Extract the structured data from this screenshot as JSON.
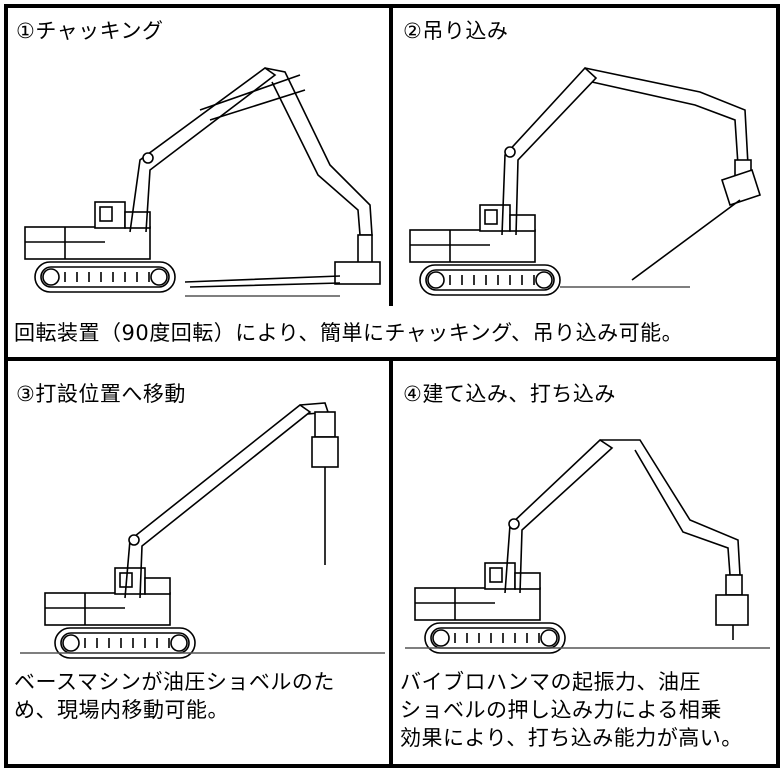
{
  "panels": [
    {
      "title": "①チャッキング"
    },
    {
      "title": "②吊り込み"
    },
    {
      "title": "③打設位置へ移動"
    },
    {
      "title": "④建て込み、打ち込み"
    }
  ],
  "captions": {
    "top": "回転装置（90度回転）により、簡単にチャッキング、吊り込み可能。",
    "bottom_left": [
      "ベースマシンが油圧ショベルのた",
      "め、現場内移動可能。"
    ],
    "bottom_right": [
      "バイブロハンマの起振力、油圧",
      "ショベルの押し込み力による相乗",
      "効果により、打ち込み能力が高い。"
    ]
  }
}
